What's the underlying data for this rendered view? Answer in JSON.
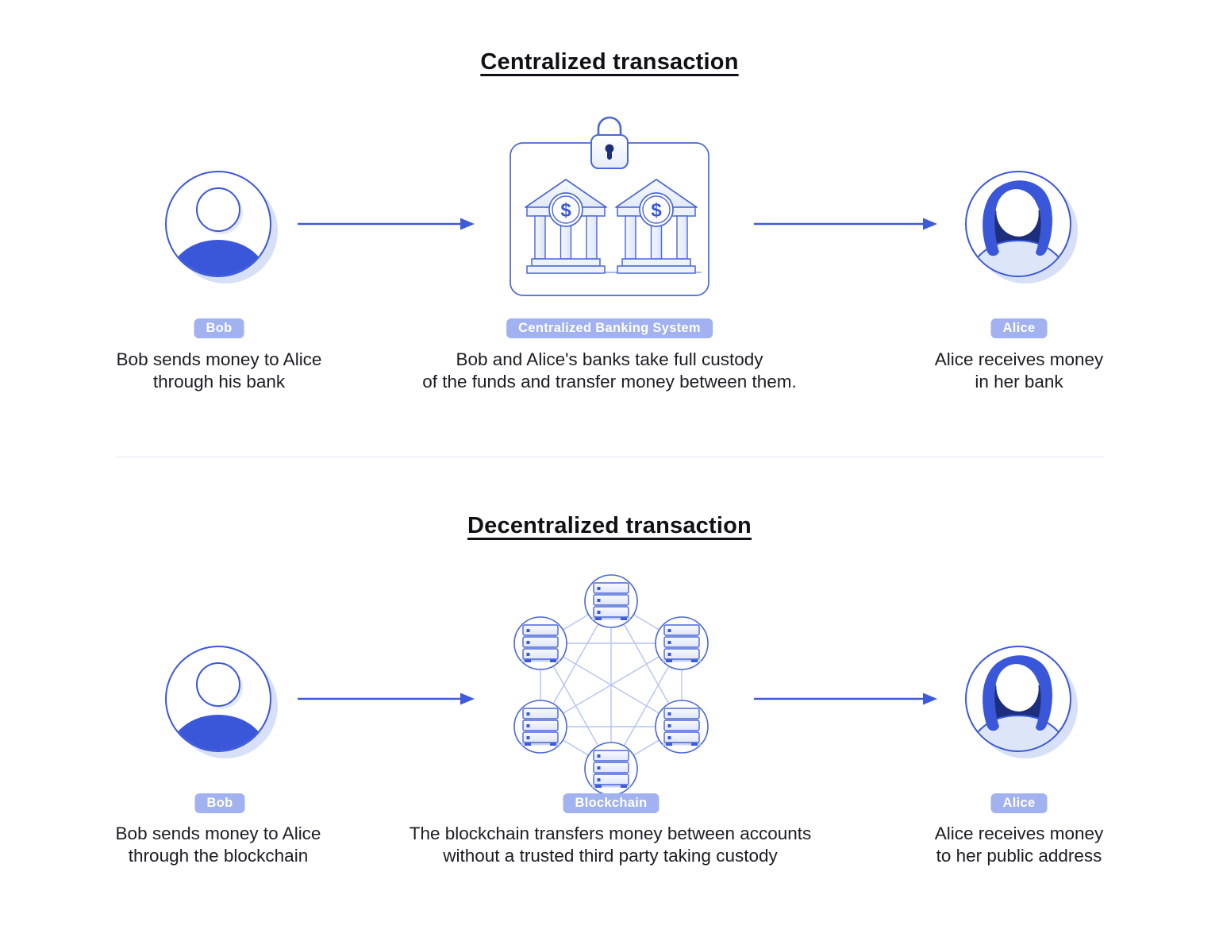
{
  "colors": {
    "accent_blue": "#3a57d9",
    "outline_blue": "#4a67d8",
    "dark_navy": "#1d2f7c",
    "badge_background": "#a2b1ef",
    "badge_text": "#ffffff",
    "light_fill": "#eef1fc",
    "avatar_shadow": "#d7e0f7",
    "shoulders_light": "#dde6f8",
    "mesh_line": "#b5c3f1",
    "divider": "#e9e9f5",
    "text_dark": "#1c1c24"
  },
  "icons": {
    "bank_symbol": "$",
    "lock": "padlock-icon",
    "server": "server-stack-icon",
    "bank": "bank-building-icon",
    "arrow": "arrow-right-icon",
    "bob_avatar": "male-user-icon",
    "alice_avatar": "female-user-icon"
  },
  "sections": [
    {
      "title": "Centralized transaction",
      "bob": {
        "label": "Bob",
        "caption1": "Bob sends money to Alice",
        "caption2": "through his bank"
      },
      "center": {
        "label": "Centralized Banking System",
        "caption1": "Bob and Alice's banks take full custody",
        "caption2": "of the funds and transfer money between them."
      },
      "alice": {
        "label": "Alice",
        "caption1": "Alice receives money",
        "caption2": "in her bank"
      }
    },
    {
      "title": "Decentralized transaction",
      "bob": {
        "label": "Bob",
        "caption1": "Bob sends money to Alice",
        "caption2": "through the blockchain"
      },
      "center": {
        "label": "Blockchain",
        "caption1": "The blockchain transfers money between accounts",
        "caption2": "without a trusted third party taking custody"
      },
      "alice": {
        "label": "Alice",
        "caption1": "Alice receives money",
        "caption2": "to her public address"
      }
    }
  ]
}
